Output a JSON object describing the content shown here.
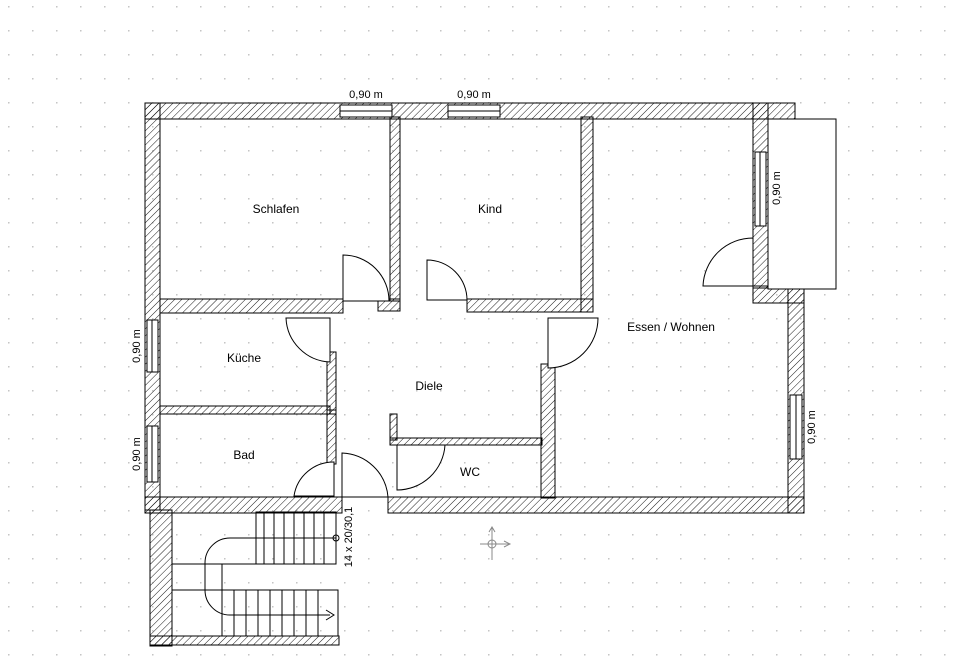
{
  "rooms": {
    "schlafen": "Schlafen",
    "kind": "Kind",
    "essen_wohnen": "Essen / Wohnen",
    "kueche": "Küche",
    "diele": "Diele",
    "bad": "Bad",
    "wc": "WC"
  },
  "dimensions": {
    "window_top_left": "0,90 m",
    "window_top_mid": "0,90 m",
    "window_right_upper": "0,90 m",
    "window_right_lower": "0,90 m",
    "window_left_upper": "0,90 m",
    "window_left_lower": "0,90 m",
    "stairs": "14 x 20/30,1"
  },
  "colors": {
    "wall_hatch": "#000000",
    "grid_dot": "#b8b8b8",
    "background": "#ffffff"
  }
}
